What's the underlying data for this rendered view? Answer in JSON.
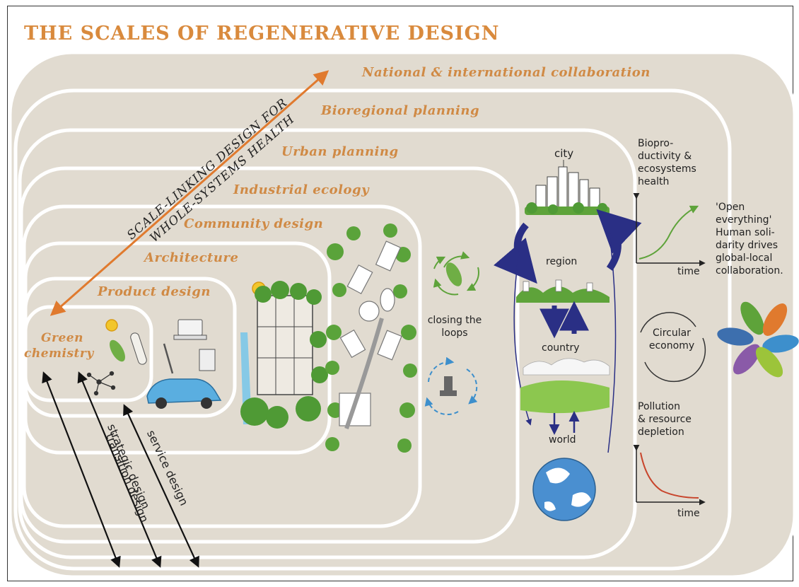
{
  "title": "THE SCALES OF REGENERATIVE DESIGN",
  "levels": {
    "national": "National & international collaboration",
    "bioregional": "Bioregional planning",
    "urban": "Urban planning",
    "industrial": "Industrial ecology",
    "community": "Community design",
    "architecture": "Architecture",
    "product": "Product design",
    "green_line1": "Green",
    "green_line2": "chemistry"
  },
  "scale_arrow": {
    "line1": "SCALE-LINKING DESIGN FOR",
    "line2": "WHOLE-SYSTEMS HEALTH"
  },
  "design_approaches": [
    "transition design",
    "strategic design",
    "service design"
  ],
  "loops": {
    "line1": "closing the",
    "line2": "loops"
  },
  "scales": {
    "city": "city",
    "region": "region",
    "country": "country",
    "world": "world"
  },
  "bioproductivity": [
    "Biopro-",
    "ductivity &",
    "ecosystems",
    "health"
  ],
  "pollution": [
    "Pollution",
    "& resource",
    "depletion"
  ],
  "time_label": "time",
  "circular": {
    "line1": "Circular",
    "line2": "economy"
  },
  "open": [
    "'Open",
    "everything'",
    "Human soli-",
    "darity drives",
    "global-local",
    "collaboration."
  ],
  "colors": {
    "band": "#e1dbd0",
    "accent": "#d98a3d",
    "navy": "#2a2f85",
    "green": "#5ea33a",
    "red": "#c8452c"
  }
}
